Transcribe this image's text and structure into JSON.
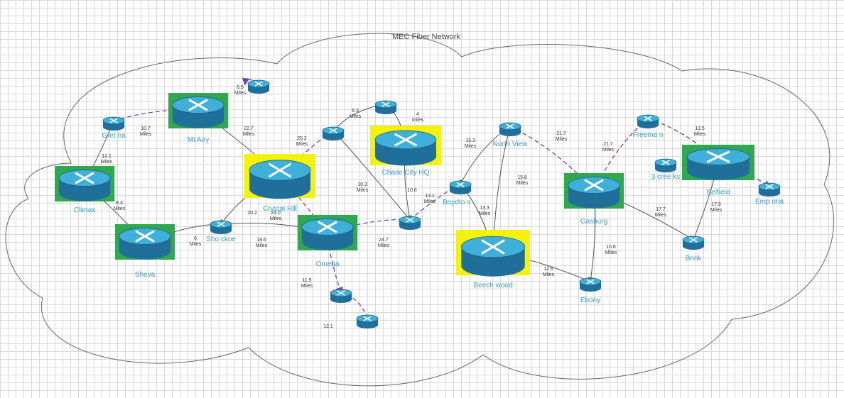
{
  "title": "MEC Fiber Network",
  "nodes": [
    {
      "id": "mtairy",
      "label": "Mt Airy",
      "big": true,
      "bg": "green"
    },
    {
      "id": "climax",
      "label": "Climax",
      "big": true,
      "bg": "green"
    },
    {
      "id": "sheva",
      "label": "Sheva",
      "big": true,
      "bg": "green"
    },
    {
      "id": "crystalhill",
      "label": "Crystal Hill",
      "big": true,
      "bg": "yellow"
    },
    {
      "id": "omega",
      "label": "Omega",
      "big": true,
      "bg": "green"
    },
    {
      "id": "chasecity",
      "label": "Chase City HQ",
      "big": true,
      "bg": "yellow"
    },
    {
      "id": "beechwood",
      "label": "Beech wood",
      "big": true,
      "bg": "yellow"
    },
    {
      "id": "gasburg",
      "label": "Gasburg",
      "big": true,
      "bg": "green"
    },
    {
      "id": "belfield",
      "label": "Belfield",
      "big": true,
      "bg": "green"
    },
    {
      "id": "gretna",
      "label": "Gret na",
      "big": false
    },
    {
      "id": "shockoe",
      "label": "Sho ckoe",
      "big": false
    },
    {
      "id": "northview",
      "label": "North View",
      "big": false
    },
    {
      "id": "boydton",
      "label": "Boydto n",
      "big": false
    },
    {
      "id": "freeman",
      "label": "Freema n",
      "big": false
    },
    {
      "id": "threecreeks",
      "label": "3 cree ks",
      "big": false
    },
    {
      "id": "emporia",
      "label": "Emp oria",
      "big": false
    },
    {
      "id": "brink",
      "label": "Brink",
      "big": false
    },
    {
      "id": "ebony",
      "label": "Ebony",
      "big": false
    },
    {
      "id": "r_top",
      "label": "",
      "big": false
    },
    {
      "id": "r_cc",
      "label": "",
      "big": false
    },
    {
      "id": "r_chasetop",
      "label": "",
      "big": false
    },
    {
      "id": "r_mid",
      "label": "",
      "big": false
    },
    {
      "id": "r_s1",
      "label": "",
      "big": false
    },
    {
      "id": "r_s2",
      "label": "",
      "big": false
    }
  ],
  "links": [
    {
      "label": "6.5 Miles"
    },
    {
      "label": "10.7 Miles"
    },
    {
      "label": "22.7 Miles"
    },
    {
      "label": "12.1 Miles"
    },
    {
      "label": "8.3 Miles"
    },
    {
      "label": "6 Miles"
    },
    {
      "label": "20.2"
    },
    {
      "label": "18.6 Miles"
    },
    {
      "label": "23.0 Miles"
    },
    {
      "label": "25.2 Miles"
    },
    {
      "label": "6.3 Miles"
    },
    {
      "label": "4 miles"
    },
    {
      "label": "10.3 Miles"
    },
    {
      "label": "24.7 Miles"
    },
    {
      "label": "10.6"
    },
    {
      "label": "13.1 Miles"
    },
    {
      "label": "11.9 Miles"
    },
    {
      "label": "12.1"
    },
    {
      "label": "13.3 Miles"
    },
    {
      "label": "13.3 Miles"
    },
    {
      "label": "15.8 Miles"
    },
    {
      "label": "21.7 Miles"
    },
    {
      "label": "21.7 Miles"
    },
    {
      "label": "13.5 Miles"
    },
    {
      "label": "12.6 Miles"
    },
    {
      "label": "10.8 Miles"
    },
    {
      "label": "17.7 Miles"
    },
    {
      "label": "17.9 Miles"
    }
  ],
  "colors": {
    "router_top": "#3fb0d9",
    "router_side": "#1f6f9a",
    "green_bg": "#2fa84f",
    "yellow_bg": "#f5f20a",
    "dashed": "#7a3fb3",
    "line": "#555555",
    "label_blue": "#3aa0c8"
  }
}
